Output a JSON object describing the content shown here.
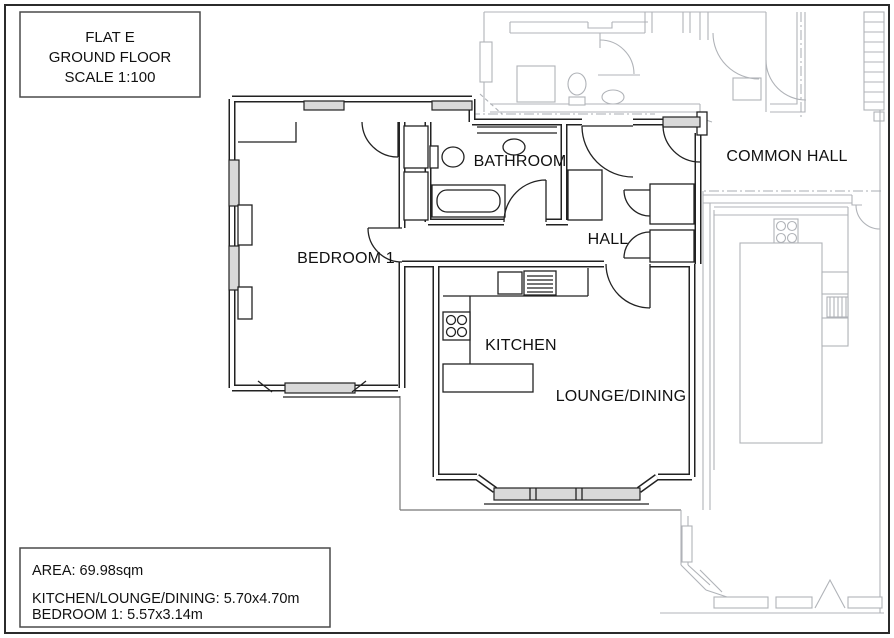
{
  "title_box": {
    "lines": [
      "FLAT E",
      "GROUND FLOOR",
      "SCALE 1:100"
    ]
  },
  "room_labels": {
    "bathroom": "BATHROOM",
    "common_hall": "COMMON HALL",
    "hall": "HALL",
    "bedroom_1": "BEDROOM 1",
    "kitchen": "KITCHEN",
    "lounge_dining": "LOUNGE/DINING"
  },
  "info_box": {
    "area": "AREA: 69.98sqm",
    "kitchen_lounge_dining": "KITCHEN/LOUNGE/DINING: 5.70x4.70m",
    "bedroom_1": "BEDROOM 1: 5.57x3.14m"
  },
  "colors": {
    "wall": "#222222",
    "neighbor_line": "#b0b3b8",
    "window_fill": "#d9d9d9",
    "background": "#ffffff",
    "text": "#111111"
  }
}
